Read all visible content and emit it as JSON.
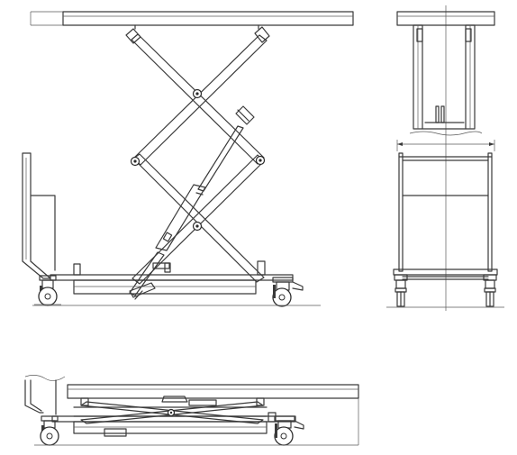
{
  "drawing": {
    "views": [
      {
        "id": "side-view-raised"
      },
      {
        "id": "end-view-raised"
      },
      {
        "id": "side-view-lowered"
      }
    ],
    "line_color": "#3a3a3a",
    "background": "#ffffff",
    "icons": [
      "caster-wheel-icon",
      "scissor-pivot-icon",
      "hydraulic-cylinder-icon",
      "push-handle-icon",
      "foot-pedal-icon"
    ]
  }
}
